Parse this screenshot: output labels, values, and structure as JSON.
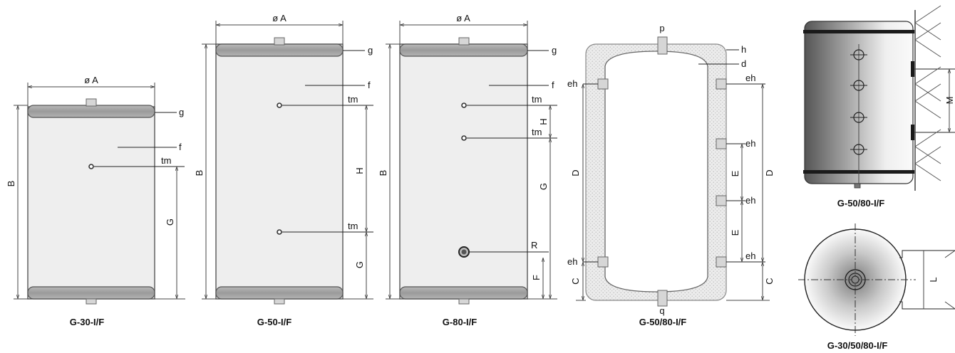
{
  "diagram1": {
    "caption": "G-30-I/F",
    "dim_A": "ø A",
    "dim_B": "B",
    "dim_G": "G",
    "label_g": "g",
    "label_f": "f",
    "label_tm": "tm"
  },
  "diagram2": {
    "caption": "G-50-I/F",
    "dim_A": "ø A",
    "dim_B": "B",
    "dim_H": "H",
    "dim_G": "G",
    "label_g": "g",
    "label_f": "f",
    "label_tm1": "tm",
    "label_tm2": "tm"
  },
  "diagram3": {
    "caption": "G-80-I/F",
    "dim_A": "ø A",
    "dim_B": "B",
    "dim_H": "H",
    "dim_G": "G",
    "dim_F": "F",
    "label_g": "g",
    "label_f": "f",
    "label_tm1": "tm",
    "label_tm2": "tm",
    "label_R": "R"
  },
  "diagram4": {
    "caption": "G-50/80-I/F",
    "label_p": "p",
    "label_h": "h",
    "label_d": "d",
    "label_q": "q",
    "label_eh": "eh",
    "dim_D": "D",
    "dim_E": "E",
    "dim_C": "C"
  },
  "diagram5": {
    "caption": "G-50/80-I/F",
    "dim_M": "M"
  },
  "diagram6": {
    "caption": "G-30/50/80-I/F",
    "dim_L": "L"
  }
}
